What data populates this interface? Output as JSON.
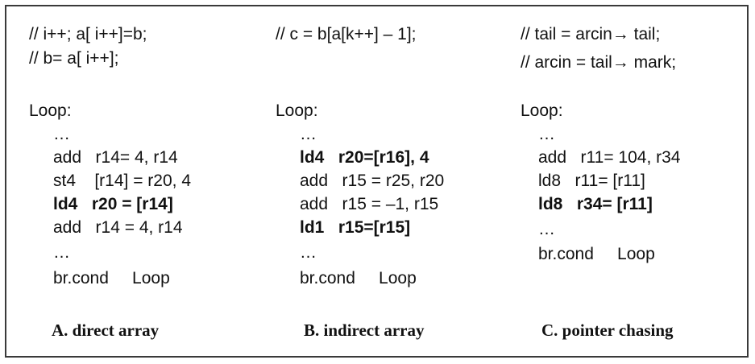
{
  "panels": [
    {
      "caption": "A. direct array",
      "lines": [
        {
          "text": "// i++; a[ i++]=b;",
          "bold": false
        },
        {
          "text": "// b= a[ i++];",
          "bold": false
        },
        {
          "text": "Loop:",
          "bold": false
        },
        {
          "text": "…",
          "bold": false
        },
        {
          "text": "add   r14= 4, r14",
          "bold": false
        },
        {
          "text": "st4    [r14] = r20, 4",
          "bold": false
        },
        {
          "text": "ld4   r20 = [r14]",
          "bold": true
        },
        {
          "text": "add   r14 = 4, r14",
          "bold": false
        },
        {
          "text": "…",
          "bold": false
        },
        {
          "text": "br.cond     Loop",
          "bold": false
        }
      ]
    },
    {
      "caption": "B. indirect array",
      "lines": [
        {
          "text": "// c = b[a[k++] – 1];",
          "bold": false
        },
        {
          "text": "Loop:",
          "bold": false
        },
        {
          "text": "…",
          "bold": false
        },
        {
          "text": "ld4   r20=[r16], 4",
          "bold": true
        },
        {
          "text": "add   r15 = r25, r20",
          "bold": false
        },
        {
          "text": "add   r15 = –1, r15",
          "bold": false
        },
        {
          "text": "ld1   r15=[r15]",
          "bold": true
        },
        {
          "text": "…",
          "bold": false
        },
        {
          "text": "br.cond     Loop",
          "bold": false
        }
      ]
    },
    {
      "caption": "C. pointer chasing",
      "lines": [
        {
          "text": "// tail = arcin→ tail;",
          "bold": false
        },
        {
          "text": "// arcin = tail→ mark;",
          "bold": false
        },
        {
          "text": "Loop:",
          "bold": false
        },
        {
          "text": "…",
          "bold": false
        },
        {
          "text": "add   r11= 104, r34",
          "bold": false
        },
        {
          "text": "ld8   r11= [r11]",
          "bold": false
        },
        {
          "text": "ld8   r34= [r11]",
          "bold": true
        },
        {
          "text": "…",
          "bold": false
        },
        {
          "text": "br.cond     Loop",
          "bold": false
        }
      ]
    }
  ]
}
